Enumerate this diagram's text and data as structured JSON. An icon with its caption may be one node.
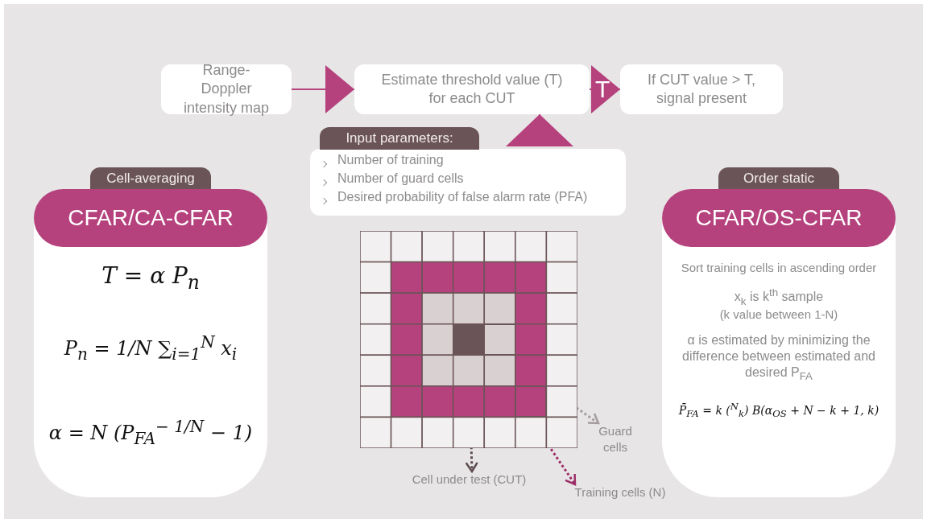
{
  "diagram": {
    "nodes": [
      {
        "text": [
          "Range-Doppler intensity map"
        ]
      },
      {
        "text": [
          "Estimate threshold value (T) for each CUT"
        ]
      },
      {
        "text": [
          "If CUT value > T, signal present"
        ]
      },
      {
        "text": [
          "Input parameters:",
          "Number of training",
          "Number of guard cells",
          "Desired probability of false alarm rate (PFA)"
        ]
      },
      {
        "text": [
          "Cell-averaging",
          "CFAR/CA-CFAR",
          "T = α P$_{n}$",
          "P$_{n}$ = 1/N ∑$_{i=1}$$^{N}$ x$_{i}$",
          "α = N (P$_{FA}$$^{− 1/N}$ − 1)"
        ]
      },
      {
        "text": [
          "Order static",
          "CFAR/OS-CFAR",
          "Sort training cells in ascending order",
          "x$_{k}$ is k$^{th}$ sample",
          "(k value between 1-N)",
          "α is estimated by minimizing the difference between estimated and desired P$_{FA}$",
          "P̄$_{FA}$ = k ($^{N}$$_{k}$) B(α$_{OS}$ + N − k + 1, k)"
        ]
      },
      {
        "text": [],
        "shape": "box"
      },
      {
        "text": [],
        "shape": "box",
        "in": 6
      },
      {
        "text": [],
        "shape": "box",
        "in": 6
      },
      {
        "text": [],
        "shape": "box",
        "in": 6
      },
      {
        "text": [
          "Cell under test (CUT)"
        ]
      },
      {
        "text": [
          "Guard cells"
        ]
      },
      {
        "text": [
          "Training cells (N)"
        ]
      }
    ],
    "edges": [
      {
        "from": 0,
        "to": 1,
        "arrow": "to"
      },
      {
        "from": 1,
        "to": 2,
        "arrow": "to",
        "label": "T"
      },
      {
        "from": 3,
        "to": 1,
        "arrow": "to"
      },
      {
        "from": 7,
        "to": 10,
        "arrow": "to",
        "style": "dashed",
        "color": "#5e4c4f"
      },
      {
        "from": 8,
        "to": 11,
        "arrow": "to",
        "style": "dashed",
        "color": "#a59c9e"
      },
      {
        "from": 9,
        "to": 12,
        "arrow": "to",
        "style": "dashed",
        "color": "#9c2f68"
      }
    ]
  }
}
